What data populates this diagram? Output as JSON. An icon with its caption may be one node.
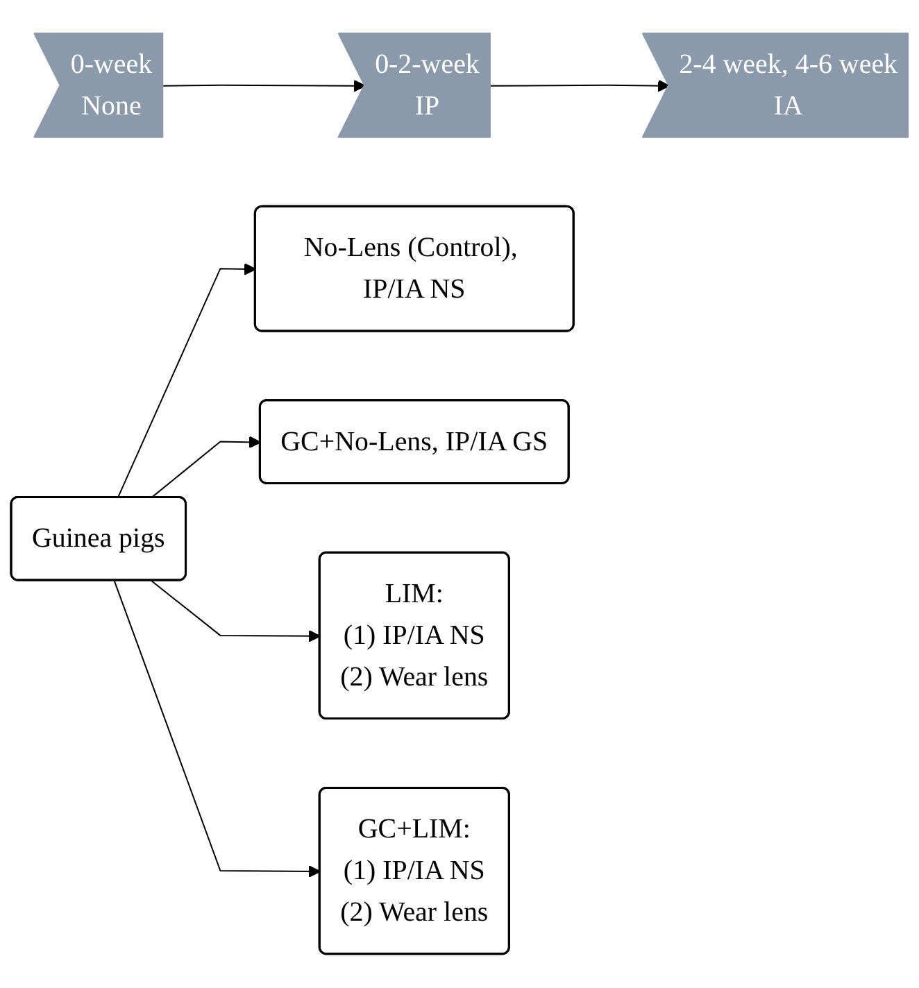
{
  "diagram": {
    "nodes": [
      {
        "text": [
          "0-week",
          "None"
        ]
      },
      {
        "text": [
          "0-2-week",
          "IP"
        ]
      },
      {
        "text": [
          "2-4 week, 4-6 week",
          "IA"
        ]
      },
      {
        "text": [
          "Guinea pigs"
        ]
      },
      {
        "text": [
          "No-Lens (Control), IP/IA NS"
        ]
      },
      {
        "text": [
          "GC+No-Lens, IP/IA GS"
        ]
      },
      {
        "text": [
          "LIM:",
          "(1) IP/IA NS",
          "(2) Wear lens"
        ]
      },
      {
        "text": [
          "GC+LIM:",
          "(1) IP/IA NS",
          "(2) Wear lens"
        ]
      }
    ],
    "edges": [
      {
        "from": 0,
        "to": 1,
        "arrow": "to"
      },
      {
        "from": 1,
        "to": 2,
        "arrow": "to"
      },
      {
        "from": 3,
        "to": 4,
        "arrow": "to"
      },
      {
        "from": 3,
        "to": 5,
        "arrow": "to"
      },
      {
        "from": 3,
        "to": 6,
        "arrow": "to"
      },
      {
        "from": 3,
        "to": 7,
        "arrow": "to"
      }
    ]
  }
}
